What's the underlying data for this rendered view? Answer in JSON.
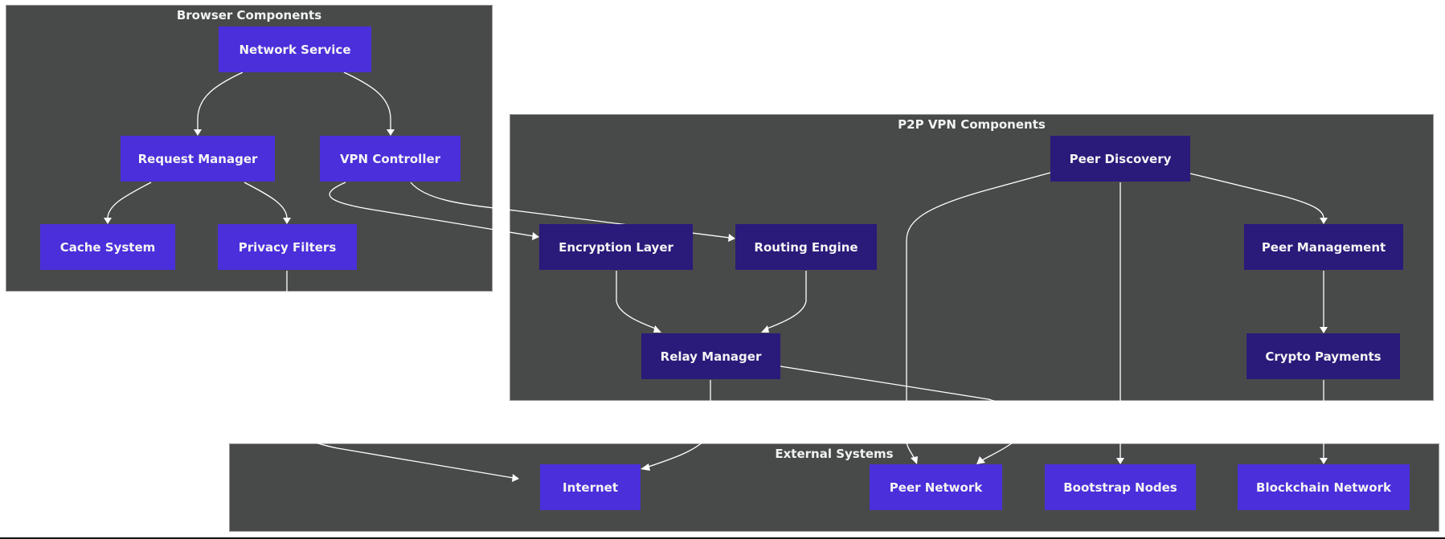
{
  "diagram": {
    "type": "flowchart",
    "colors": {
      "cluster_bg": "#484a4a",
      "cluster_border": "#9a9a9a",
      "node_light": "#4a2fdb",
      "node_dark": "#2a1a7a",
      "edge": "#ffffff",
      "text": "#f4f4f4"
    },
    "clusters": [
      {
        "id": "browser",
        "title": "Browser Components"
      },
      {
        "id": "p2p",
        "title": "P2P VPN Components"
      },
      {
        "id": "external",
        "title": "External Systems"
      }
    ],
    "nodes": [
      {
        "id": "network_service",
        "label": "Network Service",
        "cluster": "browser",
        "style": "light"
      },
      {
        "id": "request_manager",
        "label": "Request Manager",
        "cluster": "browser",
        "style": "light"
      },
      {
        "id": "vpn_controller",
        "label": "VPN Controller",
        "cluster": "browser",
        "style": "light"
      },
      {
        "id": "cache_system",
        "label": "Cache System",
        "cluster": "browser",
        "style": "light"
      },
      {
        "id": "privacy_filters",
        "label": "Privacy Filters",
        "cluster": "browser",
        "style": "light"
      },
      {
        "id": "peer_discovery",
        "label": "Peer Discovery",
        "cluster": "p2p",
        "style": "dark"
      },
      {
        "id": "encryption_layer",
        "label": "Encryption Layer",
        "cluster": "p2p",
        "style": "dark"
      },
      {
        "id": "routing_engine",
        "label": "Routing Engine",
        "cluster": "p2p",
        "style": "dark"
      },
      {
        "id": "peer_management",
        "label": "Peer Management",
        "cluster": "p2p",
        "style": "dark"
      },
      {
        "id": "relay_manager",
        "label": "Relay Manager",
        "cluster": "p2p",
        "style": "dark"
      },
      {
        "id": "crypto_payments",
        "label": "Crypto Payments",
        "cluster": "p2p",
        "style": "dark"
      },
      {
        "id": "internet",
        "label": "Internet",
        "cluster": "external",
        "style": "light"
      },
      {
        "id": "peer_network",
        "label": "Peer Network",
        "cluster": "external",
        "style": "light"
      },
      {
        "id": "bootstrap_nodes",
        "label": "Bootstrap Nodes",
        "cluster": "external",
        "style": "light"
      },
      {
        "id": "blockchain_network",
        "label": "Blockchain Network",
        "cluster": "external",
        "style": "light"
      }
    ],
    "edges": [
      {
        "from": "network_service",
        "to": "request_manager"
      },
      {
        "from": "network_service",
        "to": "vpn_controller"
      },
      {
        "from": "request_manager",
        "to": "cache_system"
      },
      {
        "from": "request_manager",
        "to": "privacy_filters"
      },
      {
        "from": "vpn_controller",
        "to": "encryption_layer"
      },
      {
        "from": "vpn_controller",
        "to": "routing_engine"
      },
      {
        "from": "encryption_layer",
        "to": "relay_manager"
      },
      {
        "from": "routing_engine",
        "to": "relay_manager"
      },
      {
        "from": "peer_discovery",
        "to": "peer_management"
      },
      {
        "from": "peer_management",
        "to": "crypto_payments"
      },
      {
        "from": "peer_discovery",
        "to": "peer_network"
      },
      {
        "from": "peer_discovery",
        "to": "bootstrap_nodes"
      },
      {
        "from": "relay_manager",
        "to": "internet"
      },
      {
        "from": "relay_manager",
        "to": "peer_network"
      },
      {
        "from": "privacy_filters",
        "to": "internet"
      },
      {
        "from": "crypto_payments",
        "to": "blockchain_network"
      }
    ]
  }
}
